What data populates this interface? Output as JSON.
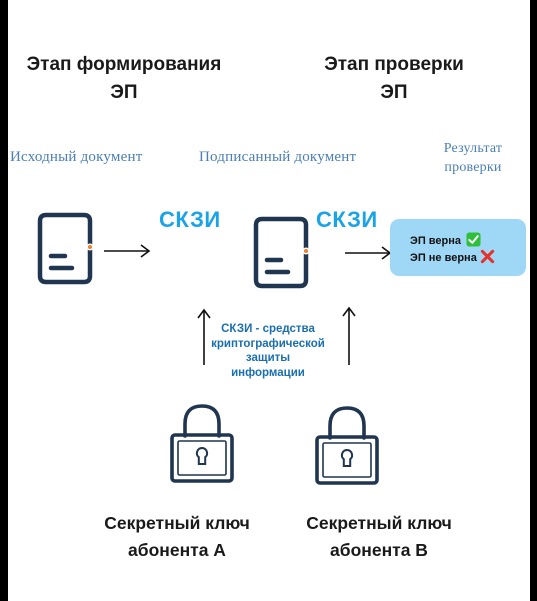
{
  "stages": {
    "formation": {
      "line1": "Этап формирования",
      "line2": "ЭП"
    },
    "verification": {
      "line1": "Этап проверки",
      "line2": "ЭП"
    }
  },
  "labels": {
    "source_document": "Исходный документ",
    "signed_document": "Подписанный документ",
    "result_line1": "Результат",
    "result_line2": "проверки"
  },
  "tool": {
    "left": "СКЗИ",
    "right": "СКЗИ"
  },
  "result": {
    "valid": "ЭП верна",
    "invalid": "ЭП не верна",
    "valid_color": "#2fbf3a",
    "invalid_color": "#e8302a"
  },
  "caption": {
    "line1": "СКЗИ - средства",
    "line2": "криптографической",
    "line3": "защиты",
    "line4": "информации"
  },
  "keys": {
    "a": {
      "line1": "Секретный ключ",
      "line2": "абонента А"
    },
    "b": {
      "line1": "Секретный ключ",
      "line2": "абонента В"
    }
  },
  "colors": {
    "accent": "#1ba3e8",
    "icon_stroke": "#1f3550",
    "dot": "#f0832a",
    "result_bg": "#9fd8f7"
  },
  "icons": [
    "document-icon",
    "arrow-right-icon",
    "arrow-up-icon",
    "lock-icon",
    "check-icon",
    "cross-icon"
  ]
}
